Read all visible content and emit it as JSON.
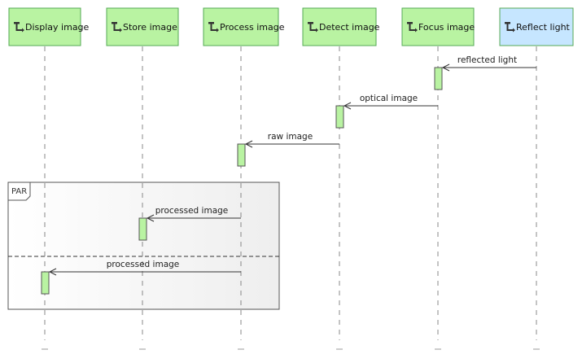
{
  "participants": [
    {
      "id": "display",
      "label": "Display image",
      "fill": "#b9f3a2",
      "icon": "component-icon"
    },
    {
      "id": "store",
      "label": "Store image",
      "fill": "#b9f3a2",
      "icon": "component-icon"
    },
    {
      "id": "process",
      "label": "Process image",
      "fill": "#b9f3a2",
      "icon": "component-icon"
    },
    {
      "id": "detect",
      "label": "Detect image",
      "fill": "#b9f3a2",
      "icon": "component-icon"
    },
    {
      "id": "focus",
      "label": "Focus image",
      "fill": "#b9f3a2",
      "icon": "component-icon"
    },
    {
      "id": "reflect",
      "label": "Reflect light",
      "fill": "#c6e6ff",
      "icon": "component-icon"
    }
  ],
  "messages": [
    {
      "from": "reflect",
      "to": "focus",
      "label": "reflected light"
    },
    {
      "from": "focus",
      "to": "detect",
      "label": "optical image"
    },
    {
      "from": "detect",
      "to": "process",
      "label": "raw image"
    },
    {
      "from": "process",
      "to": "store",
      "label": "processed image"
    },
    {
      "from": "process",
      "to": "display",
      "label": "processed image"
    }
  ],
  "group": {
    "label": "PAR"
  },
  "colors": {
    "lifeline": "#888888",
    "activation": "#b9f3a2",
    "arrow": "#333333",
    "group_fill": "#f4f4f4",
    "border": "#777777"
  }
}
